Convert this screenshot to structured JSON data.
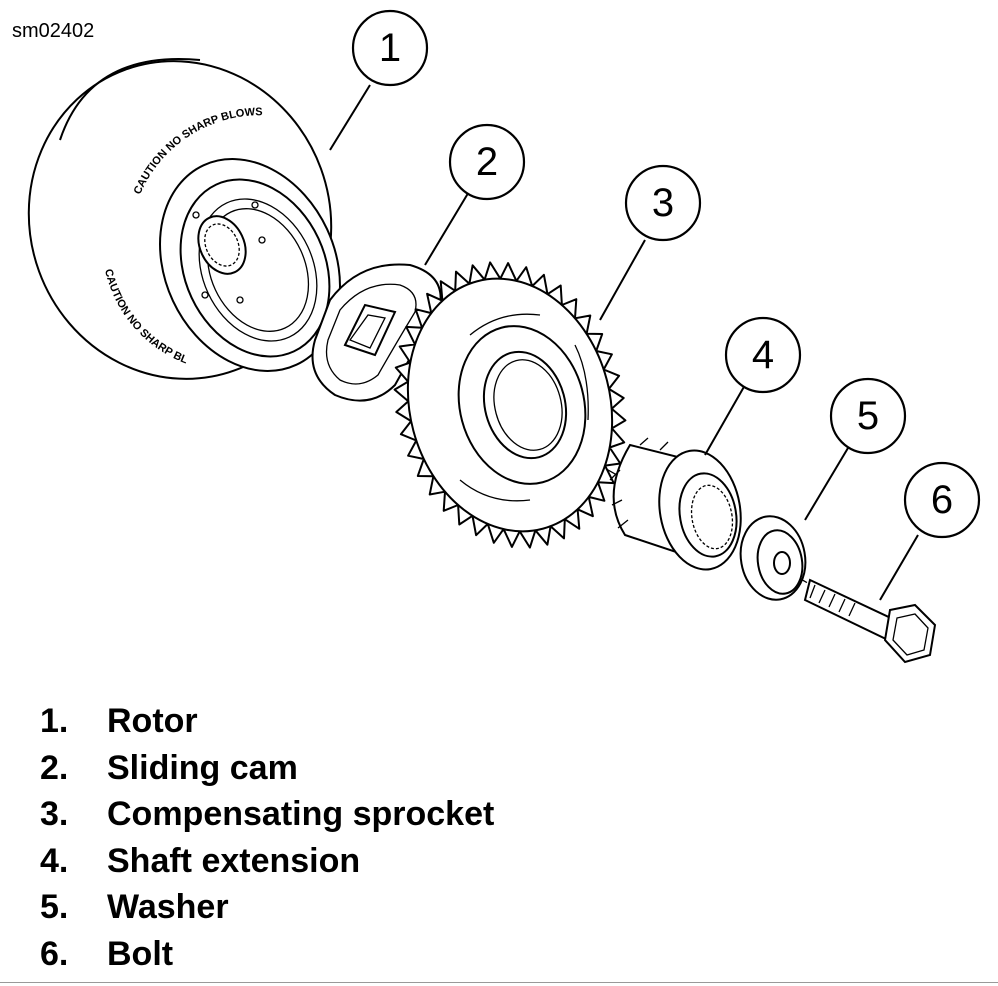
{
  "figure_id": "sm02402",
  "rotor_caution_text": "CAUTION NO SHARP BLOWS",
  "callouts": [
    "1",
    "2",
    "3",
    "4",
    "5",
    "6"
  ],
  "legend": [
    {
      "number": "1.",
      "label": "Rotor"
    },
    {
      "number": "2.",
      "label": "Sliding cam"
    },
    {
      "number": "3.",
      "label": "Compensating sprocket"
    },
    {
      "number": "4.",
      "label": "Shaft extension"
    },
    {
      "number": "5.",
      "label": "Washer"
    },
    {
      "number": "6.",
      "label": "Bolt"
    }
  ]
}
